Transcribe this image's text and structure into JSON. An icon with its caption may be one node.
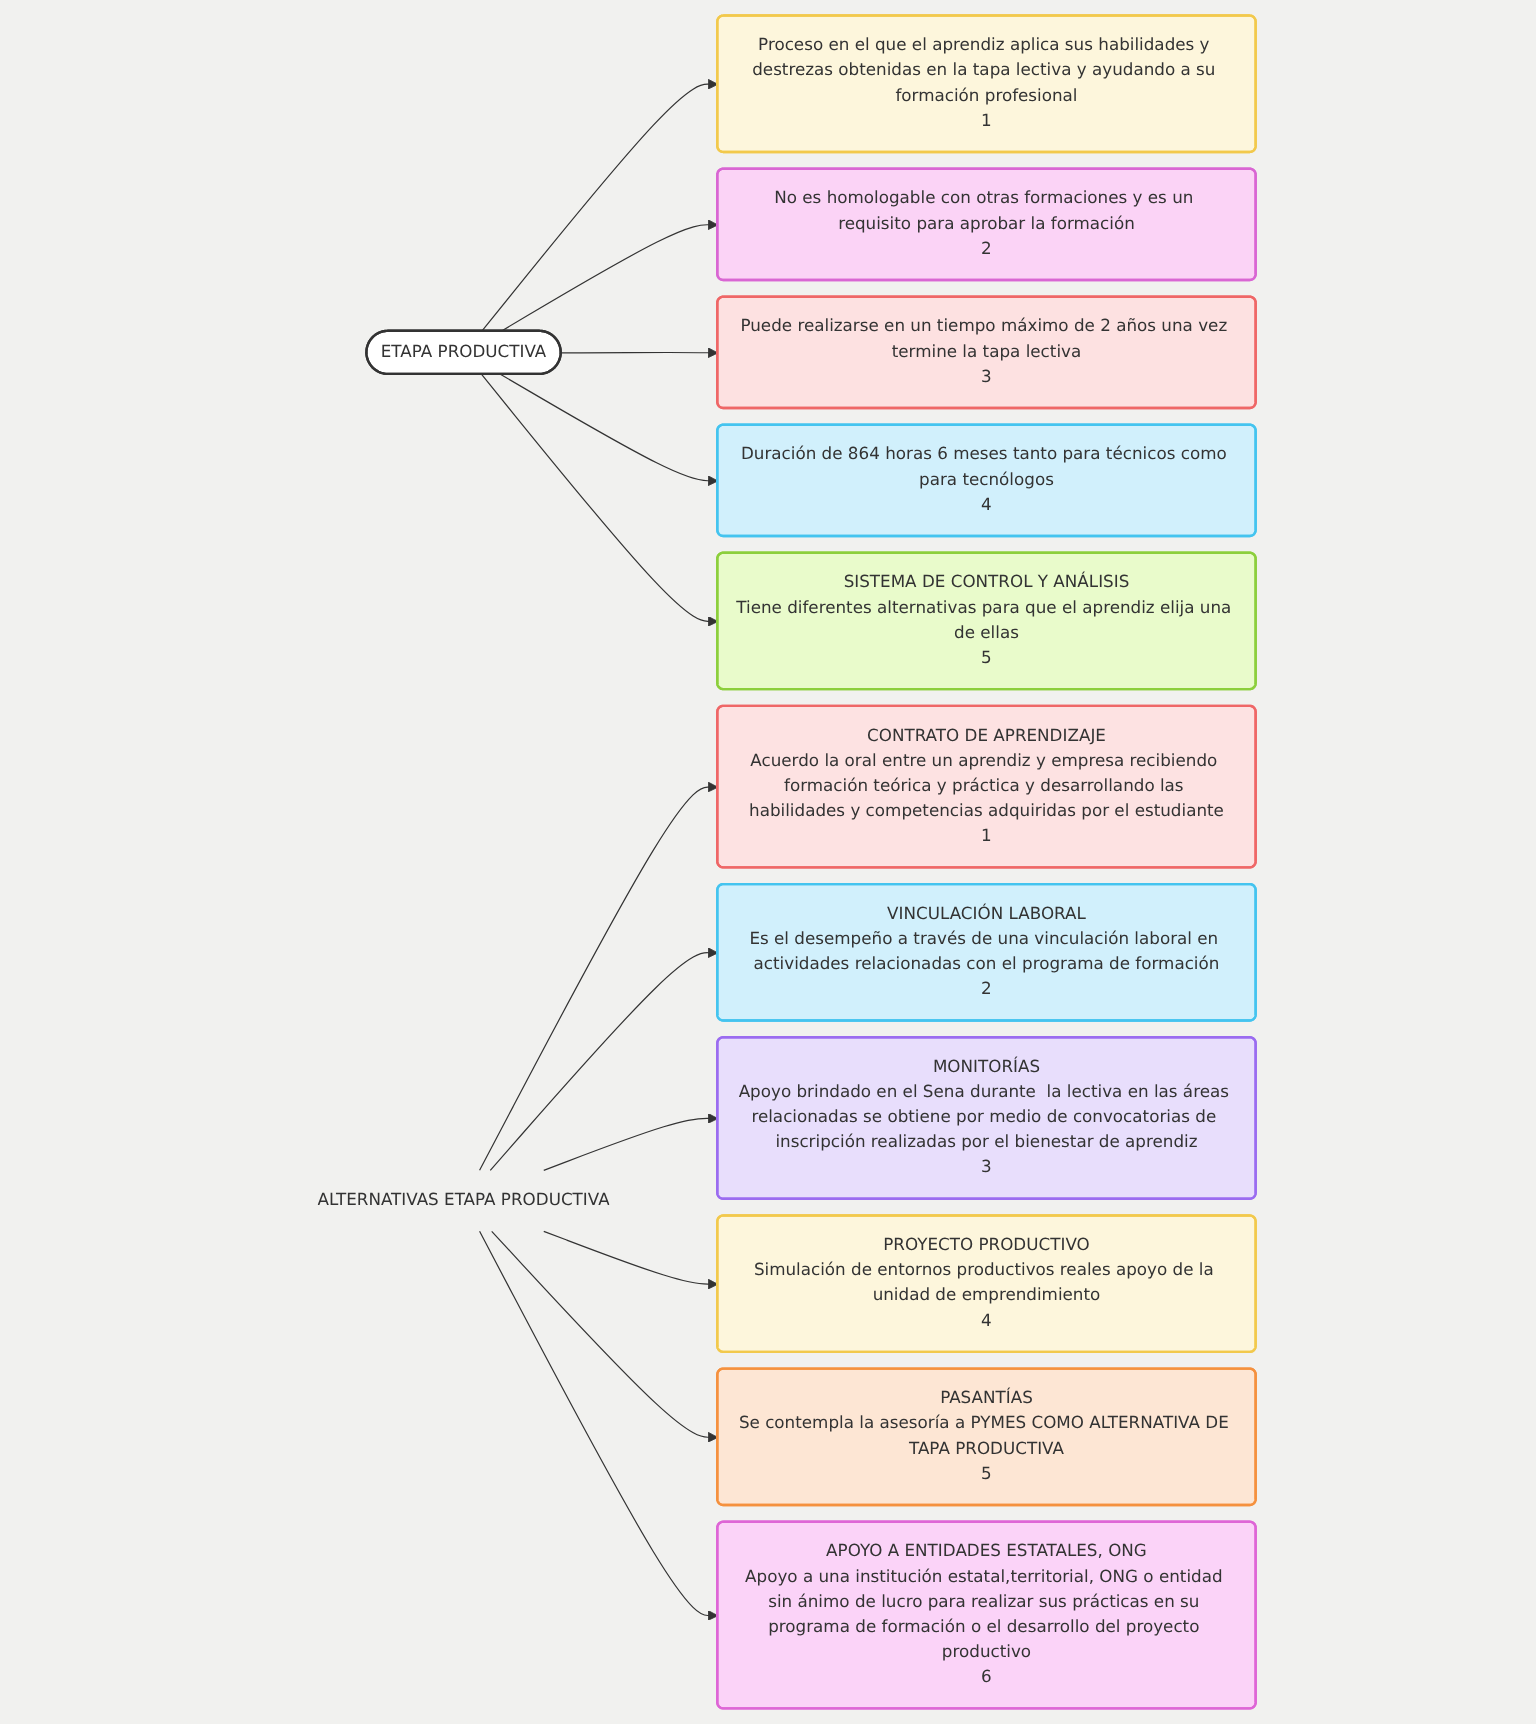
{
  "diagram": {
    "nodes": [
      {
        "text": [
          "ETAPA PRODUCTIVA"
        ]
      },
      {
        "text": [
          "Proceso en el que el aprendiz aplica sus habilidades y destrezas obtenidas en la tapa lectiva y ayudando a su formación profesional",
          "1"
        ]
      },
      {
        "text": [
          "No es homologable con otras formaciones y es un requisito para aprobar la formación",
          "2"
        ]
      },
      {
        "text": [
          "Puede realizarse en un tiempo máximo de 2 años una vez termine la tapa lectiva",
          "3"
        ]
      },
      {
        "text": [
          "Duración de 864 horas 6 meses tanto para técnicos como para tecnólogos",
          "4"
        ]
      },
      {
        "text": [
          "SISTEMA DE CONTROL Y ANÁLISIS",
          "Tiene diferentes alternativas para que el aprendiz elija una de ellas",
          "5"
        ]
      },
      {
        "text": [
          "ALTERNATIVAS ETAPA PRODUCTIVA"
        ]
      },
      {
        "text": [
          "CONTRATO DE APRENDIZAJE",
          "Acuerdo la oral entre un aprendiz y empresa recibiendo formación teórica y práctica y desarrollando las habilidades y competencias adquiridas por el estudiante",
          "1"
        ]
      },
      {
        "text": [
          "VINCULACIÓN LABORAL",
          "Es el desempeño a través de una vinculación laboral en actividades relacionadas con el programa de formación",
          "2"
        ]
      },
      {
        "text": [
          "MONITORÍAS",
          "Apoyo brindado en el Sena durante  la lectiva en las áreas relacionadas se obtiene por medio de convocatorias de inscripción realizadas por el bienestar de aprendiz",
          "3"
        ]
      },
      {
        "text": [
          "PROYECTO PRODUCTIVO",
          "Simulación de entornos productivos reales apoyo de la unidad de emprendimiento",
          "4"
        ]
      },
      {
        "text": [
          "PASANTÍAS",
          "Se contempla la asesoría a PYMES COMO ALTERNATIVA DE TAPA PRODUCTIVA",
          "5"
        ]
      },
      {
        "text": [
          "APOYO A ENTIDADES ESTATALES, ONG",
          "Apoyo a una institución estatal,territorial, ONG o entidad sin ánimo de lucro para realizar sus prácticas en su programa de formación o el desarrollo del proyecto productivo",
          "6"
        ]
      }
    ],
    "edges": [
      {
        "from": 0,
        "to": 1,
        "arrow": "to"
      },
      {
        "from": 0,
        "to": 2,
        "arrow": "to"
      },
      {
        "from": 0,
        "to": 3,
        "arrow": "to"
      },
      {
        "from": 0,
        "to": 4,
        "arrow": "to"
      },
      {
        "from": 0,
        "to": 5,
        "arrow": "to"
      },
      {
        "from": 6,
        "to": 7,
        "arrow": "to"
      },
      {
        "from": 6,
        "to": 8,
        "arrow": "to"
      },
      {
        "from": 6,
        "to": 9,
        "arrow": "to"
      },
      {
        "from": 6,
        "to": 10,
        "arrow": "to"
      },
      {
        "from": 6,
        "to": 11,
        "arrow": "to"
      },
      {
        "from": 6,
        "to": 12,
        "arrow": "to"
      }
    ]
  }
}
